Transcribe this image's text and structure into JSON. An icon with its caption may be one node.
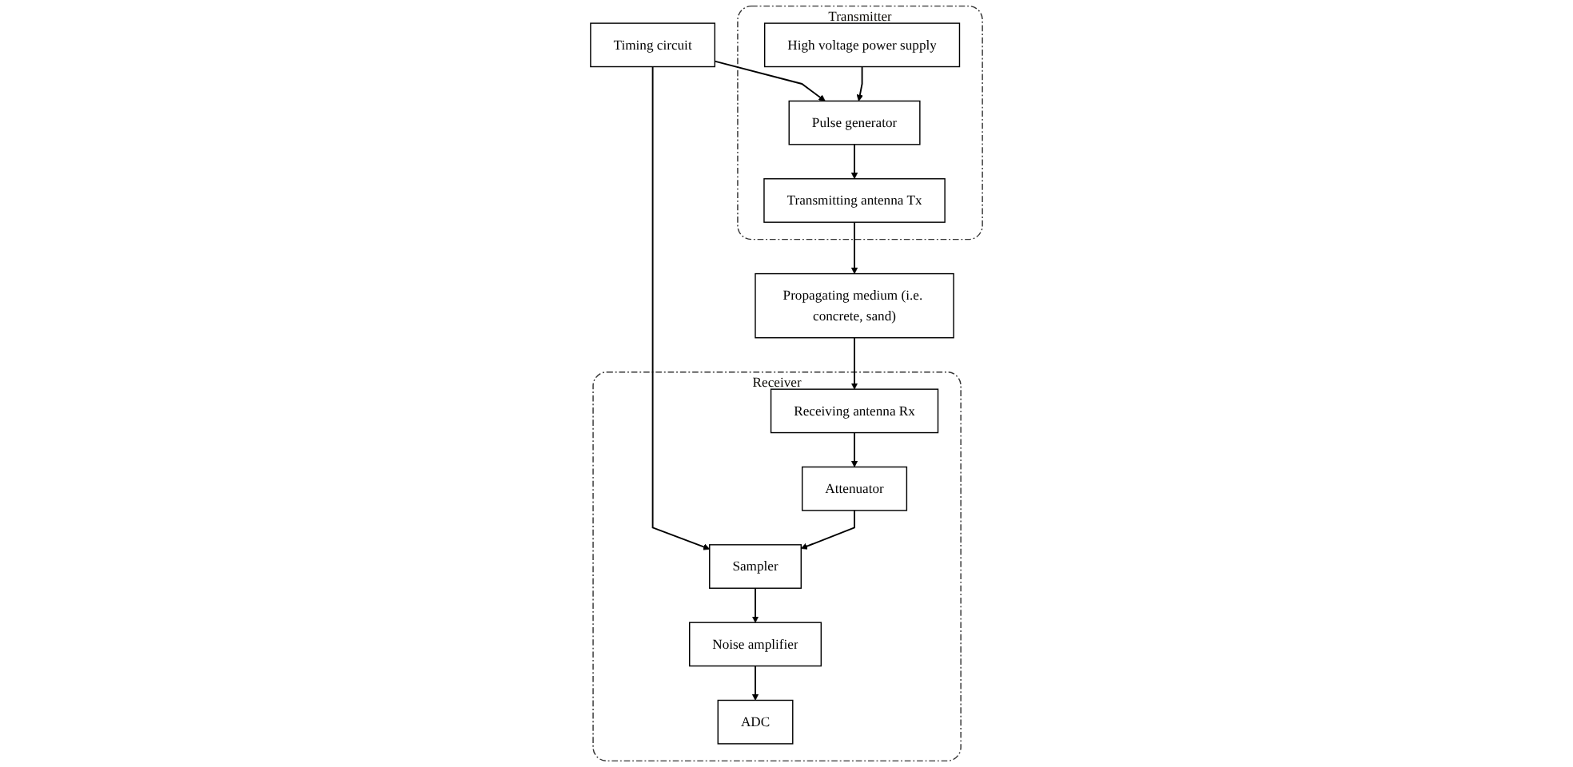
{
  "diagram": {
    "nodes": [
      {
        "text": [
          "Timing circuit"
        ]
      },
      {
        "text": [
          "Transmitter"
        ]
      },
      {
        "text": [
          "High voltage power supply"
        ],
        "in": 1
      },
      {
        "text": [
          "Pulse generator"
        ],
        "in": 1
      },
      {
        "text": [
          "Transmitting antenna Tx"
        ],
        "in": 1
      },
      {
        "text": [
          "Receiver"
        ]
      },
      {
        "text": [
          "Sampler"
        ],
        "in": 5
      },
      {
        "text": [
          "Noise amplifier"
        ],
        "in": 5
      },
      {
        "text": [
          "Attenuator"
        ],
        "in": 5
      },
      {
        "text": [
          "Receiving antenna Rx"
        ],
        "in": 5
      },
      {
        "text": [
          "ADC"
        ],
        "in": 5
      },
      {
        "text": [
          "Propagating medium (i.e. concrete, sand)"
        ]
      }
    ],
    "edges": [
      {
        "from": 0,
        "to": 3,
        "arrow": "to"
      },
      {
        "from": 0,
        "to": 6,
        "arrow": "to"
      },
      {
        "from": 2,
        "to": 3,
        "arrow": "to"
      },
      {
        "from": 3,
        "to": 4,
        "arrow": "to"
      },
      {
        "from": 4,
        "to": 11,
        "arrow": "to"
      },
      {
        "from": 11,
        "to": 9,
        "arrow": "to"
      },
      {
        "from": 9,
        "to": 8,
        "arrow": "to"
      },
      {
        "from": 8,
        "to": 6,
        "arrow": "to"
      },
      {
        "from": 6,
        "to": 7,
        "arrow": "to"
      },
      {
        "from": 7,
        "to": 10,
        "arrow": "to"
      }
    ]
  }
}
